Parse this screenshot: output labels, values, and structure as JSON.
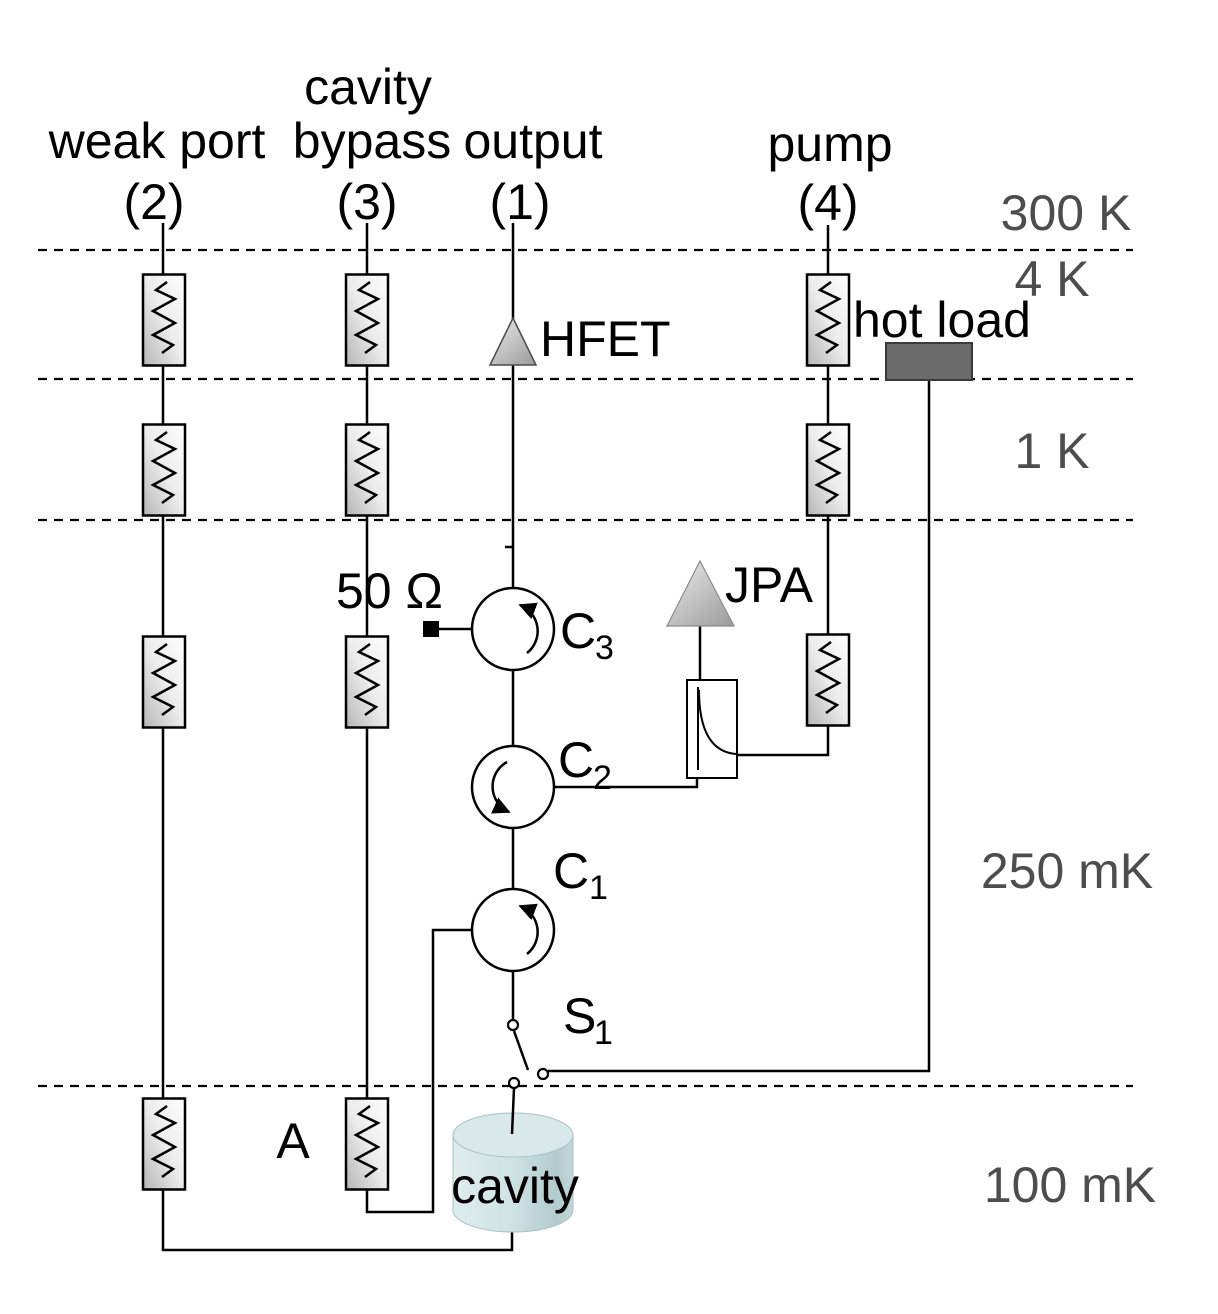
{
  "figure": {
    "title": "cryogenic microwave receiver schematic",
    "ports": {
      "weak_port": {
        "name": "weak port",
        "number": "(2)"
      },
      "cavity_bypass": {
        "name_line1": "cavity",
        "name_line2": "bypass",
        "number": "(3)"
      },
      "output": {
        "name": "output",
        "number": "(1)"
      },
      "pump": {
        "name": "pump",
        "number": "(4)"
      }
    },
    "temperature_stages": [
      {
        "label": "300 K"
      },
      {
        "label": "4 K"
      },
      {
        "label": "1 K"
      },
      {
        "label": "250 mK"
      },
      {
        "label": "100 mK"
      }
    ],
    "components": {
      "hfet_amplifier": {
        "label": "HFET"
      },
      "jpa_amplifier": {
        "label": "JPA"
      },
      "hot_load": {
        "label": "hot load"
      },
      "terminator": {
        "label": "50 Ω"
      },
      "circulator_3": {
        "label": "C",
        "subscript": "3"
      },
      "circulator_2": {
        "label": "C",
        "subscript": "2"
      },
      "circulator_1": {
        "label": "C",
        "subscript": "1"
      },
      "switch_1": {
        "label": "S",
        "subscript": "1"
      },
      "attenuator_a": {
        "label": "A"
      },
      "cavity": {
        "label": "cavity"
      }
    },
    "colors": {
      "wire": "#000000",
      "stage_label": "#4d4d4d",
      "hot_load_fill": "#6b6b6b",
      "cavity_fill": "#cfe2e2"
    }
  }
}
